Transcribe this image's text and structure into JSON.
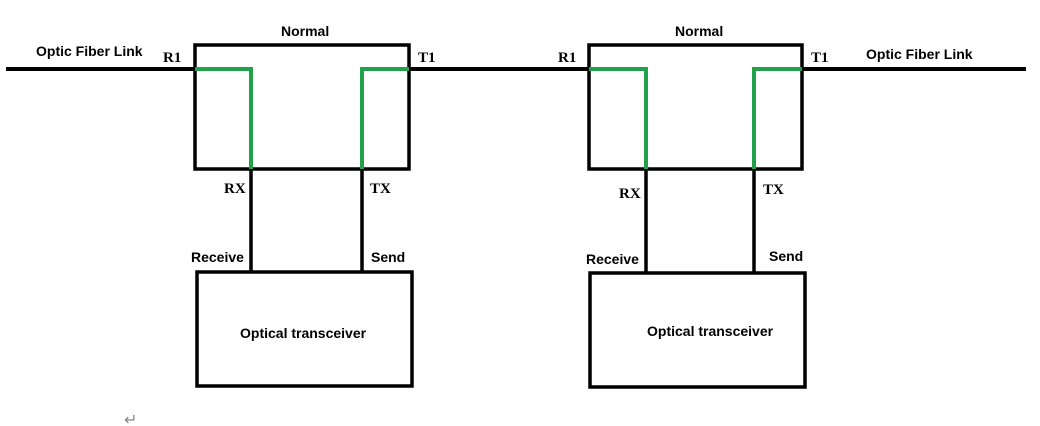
{
  "fiber_link_label": "Optic Fiber Link",
  "units": [
    {
      "title": "Normal",
      "port_in": "R1",
      "port_out": "T1",
      "rx_label": "RX",
      "tx_label": "TX",
      "receive_label": "Receive",
      "send_label": "Send",
      "transceiver_label": "Optical transceiver"
    },
    {
      "title": "Normal",
      "port_in": "R1",
      "port_out": "T1",
      "rx_label": "RX",
      "tx_label": "TX",
      "receive_label": "Receive",
      "send_label": "Send",
      "transceiver_label": "Optical transceiver"
    }
  ],
  "colors": {
    "line": "#000000",
    "path": "#22a04a"
  },
  "return_mark": "↵"
}
